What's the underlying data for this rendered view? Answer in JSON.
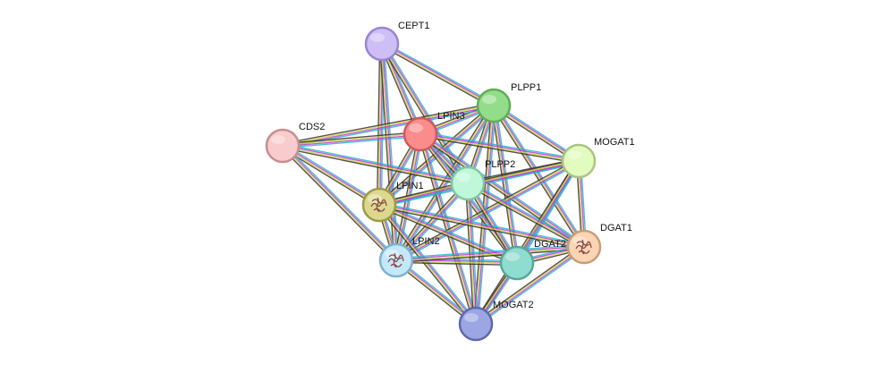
{
  "network": {
    "edge_colors": [
      "#22b5d6",
      "#c23bcf",
      "#ccd64a",
      "#38342f"
    ],
    "nodes": [
      {
        "id": "CEPT1",
        "label": "CEPT1",
        "fill": "#cdbff5",
        "stroke": "#9a83d4",
        "structure": false
      },
      {
        "id": "PLPP1",
        "label": "PLPP1",
        "fill": "#93dd8a",
        "stroke": "#5fae55",
        "structure": false
      },
      {
        "id": "LPIN3",
        "label": "LPIN3",
        "fill": "#fb8c8c",
        "stroke": "#cc5a5a",
        "structure": false
      },
      {
        "id": "CDS2",
        "label": "CDS2",
        "fill": "#f8cccc",
        "stroke": "#c98d8d",
        "structure": false
      },
      {
        "id": "MOGAT1",
        "label": "MOGAT1",
        "fill": "#e2fbbf",
        "stroke": "#aac484",
        "structure": false
      },
      {
        "id": "PLPP2",
        "label": "PLPP2",
        "fill": "#bff8d9",
        "stroke": "#82c7a3",
        "structure": false
      },
      {
        "id": "LPIN1",
        "label": "LPIN1",
        "fill": "#dcd98e",
        "stroke": "#9f9a49",
        "structure": true
      },
      {
        "id": "DGAT1",
        "label": "DGAT1",
        "fill": "#fbd5b3",
        "stroke": "#c99d78",
        "structure": true
      },
      {
        "id": "LPIN2",
        "label": "LPIN2",
        "fill": "#c4e8fa",
        "stroke": "#7db3cf",
        "structure": true
      },
      {
        "id": "DGAT2",
        "label": "DGAT2",
        "fill": "#8fdcd0",
        "stroke": "#55a99b",
        "structure": false
      },
      {
        "id": "MOGAT2",
        "label": "MOGAT2",
        "fill": "#9ba6e3",
        "stroke": "#5e68ab",
        "structure": false
      }
    ],
    "edges": [
      [
        "CEPT1",
        "PLPP1"
      ],
      [
        "CEPT1",
        "LPIN3"
      ],
      [
        "CEPT1",
        "PLPP2"
      ],
      [
        "CEPT1",
        "LPIN1"
      ],
      [
        "CEPT1",
        "LPIN2"
      ],
      [
        "PLPP1",
        "LPIN3"
      ],
      [
        "PLPP1",
        "CDS2"
      ],
      [
        "PLPP1",
        "MOGAT1"
      ],
      [
        "PLPP1",
        "PLPP2"
      ],
      [
        "PLPP1",
        "LPIN1"
      ],
      [
        "PLPP1",
        "LPIN2"
      ],
      [
        "PLPP1",
        "DGAT2"
      ],
      [
        "PLPP1",
        "DGAT1"
      ],
      [
        "PLPP1",
        "MOGAT2"
      ],
      [
        "LPIN3",
        "CDS2"
      ],
      [
        "LPIN3",
        "MOGAT1"
      ],
      [
        "LPIN3",
        "PLPP2"
      ],
      [
        "LPIN3",
        "LPIN1"
      ],
      [
        "LPIN3",
        "LPIN2"
      ],
      [
        "LPIN3",
        "DGAT2"
      ],
      [
        "LPIN3",
        "DGAT1"
      ],
      [
        "LPIN3",
        "MOGAT2"
      ],
      [
        "CDS2",
        "PLPP2"
      ],
      [
        "CDS2",
        "LPIN1"
      ],
      [
        "CDS2",
        "LPIN2"
      ],
      [
        "MOGAT1",
        "PLPP2"
      ],
      [
        "MOGAT1",
        "LPIN1"
      ],
      [
        "MOGAT1",
        "LPIN2"
      ],
      [
        "MOGAT1",
        "DGAT2"
      ],
      [
        "MOGAT1",
        "DGAT1"
      ],
      [
        "MOGAT1",
        "MOGAT2"
      ],
      [
        "PLPP2",
        "LPIN1"
      ],
      [
        "PLPP2",
        "LPIN2"
      ],
      [
        "PLPP2",
        "DGAT2"
      ],
      [
        "PLPP2",
        "DGAT1"
      ],
      [
        "PLPP2",
        "MOGAT2"
      ],
      [
        "LPIN1",
        "LPIN2"
      ],
      [
        "LPIN1",
        "DGAT2"
      ],
      [
        "LPIN1",
        "DGAT1"
      ],
      [
        "LPIN1",
        "MOGAT2"
      ],
      [
        "LPIN2",
        "DGAT2"
      ],
      [
        "LPIN2",
        "DGAT1"
      ],
      [
        "LPIN2",
        "MOGAT2"
      ],
      [
        "DGAT2",
        "DGAT1"
      ],
      [
        "DGAT2",
        "MOGAT2"
      ],
      [
        "DGAT1",
        "MOGAT2"
      ]
    ]
  }
}
